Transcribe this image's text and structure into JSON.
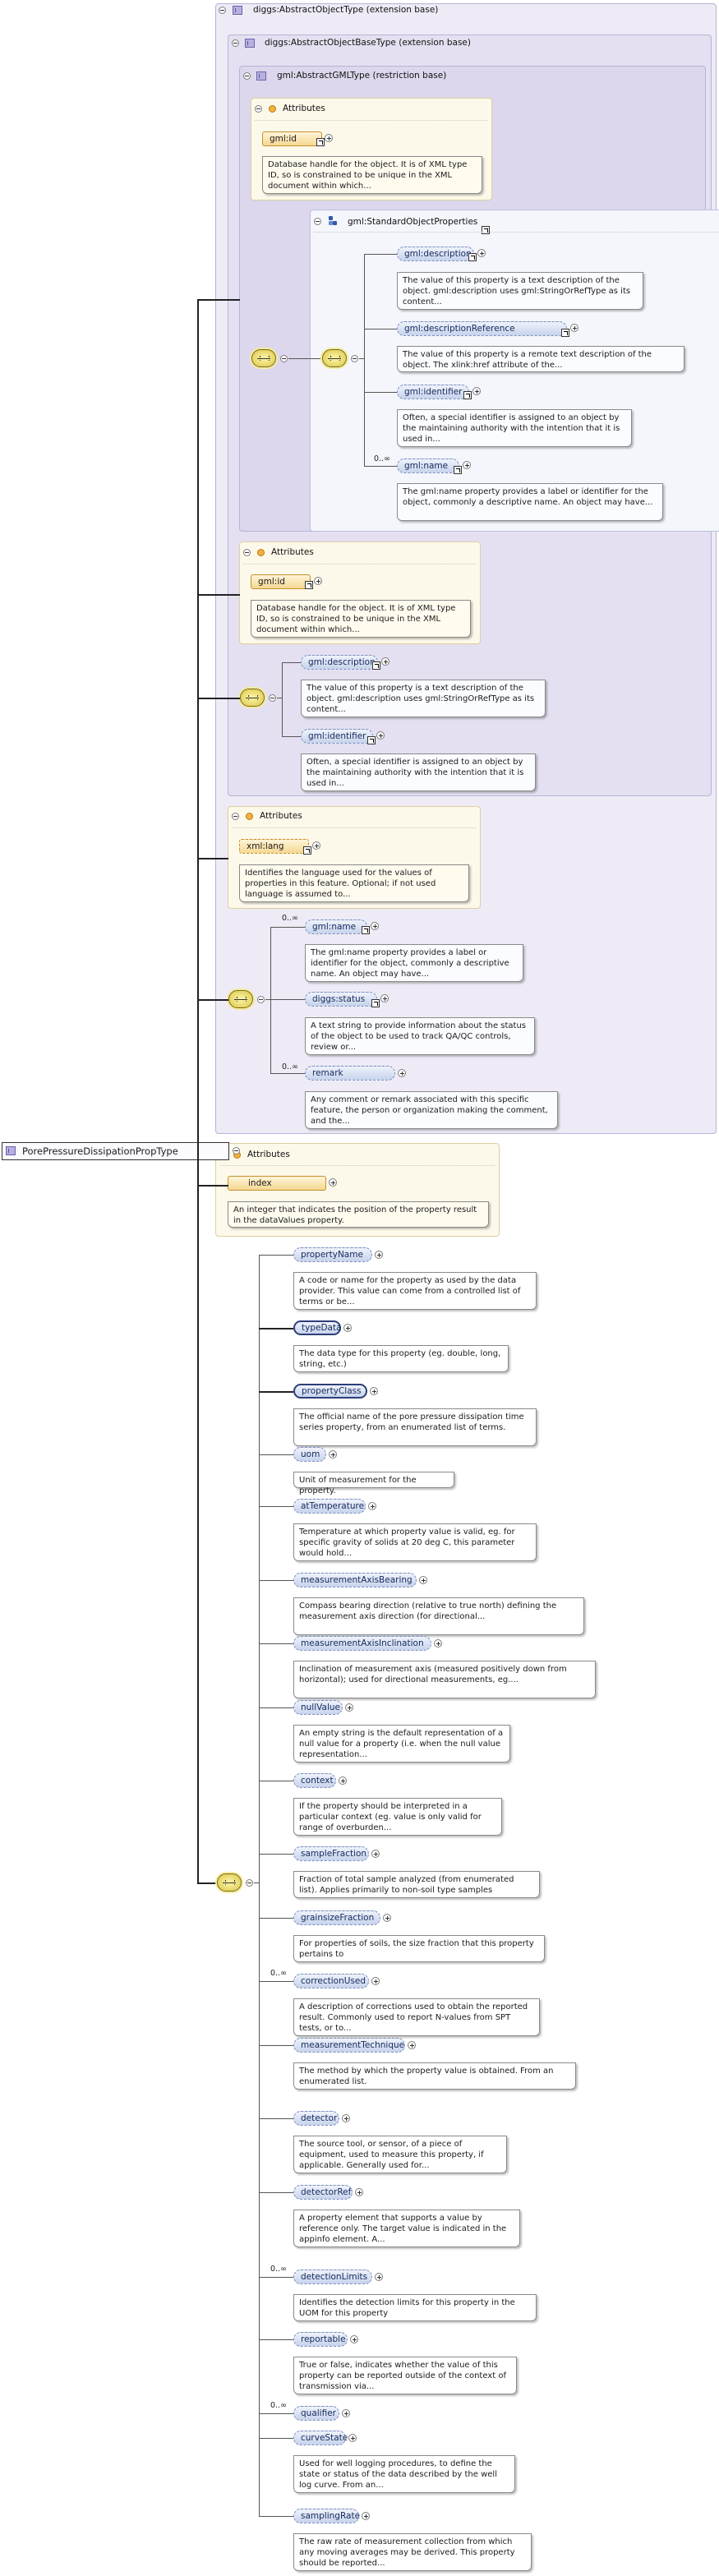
{
  "root": {
    "label": "PorePressureDissipationPropType"
  },
  "ext_diggs_abstract_object": {
    "title": "diggs:AbstractObjectType (extension base)"
  },
  "ext_diggs_abstract_object_base": {
    "title": "diggs:AbstractObjectBaseType (extension base)"
  },
  "restr_gml_abstract": {
    "title": "gml:AbstractGMLType (restriction base)"
  },
  "attributes_title": "Attributes",
  "gml_id": {
    "label": "gml:id",
    "doc": "Database handle for the object. It is of XML type ID, so is constrained to be unique in the XML document within which..."
  },
  "gml_standard_props": {
    "title": "gml:StandardObjectProperties"
  },
  "gml_description": {
    "label": "gml:description",
    "doc": "The value of this property is a text description of the object. gml:description uses gml:StringOrRefType as its content..."
  },
  "gml_description_reference": {
    "label": "gml:descriptionReference",
    "doc": "The value of this property is a remote text description of the object. The xlink:href attribute of the..."
  },
  "gml_identifier": {
    "label": "gml:identifier",
    "doc": "Often, a special identifier is assigned to an object by the maintaining authority with the intention that it is used in..."
  },
  "gml_name": {
    "label": "gml:name",
    "doc": "The gml:name property provides a label or identifier for the object, commonly a descriptive name. An object may have..."
  },
  "occ_0_inf": "0..∞",
  "xml_lang": {
    "label": "xml:lang",
    "doc": "Identifies the language used for the values of properties in this feature. Optional; if not used language is assumed to..."
  },
  "diggs_status": {
    "label": "diggs:status",
    "doc": "A text string to provide information about the status of the object to be used to track QA/QC controls, review or..."
  },
  "remark": {
    "label": "remark",
    "doc": "Any comment or remark associated with this specific feature, the person or organization making the comment, and the..."
  },
  "index_attr": {
    "label": "index",
    "doc": "An integer that indicates the position of the property result in the dataValues property."
  },
  "props": [
    {
      "label": "propertyName",
      "occ": "",
      "doc": "A code or name for the property as used by the data provider. This value can come from a controlled list of terms or be..."
    },
    {
      "label": "typeData",
      "occ": "",
      "doc": "The data type for this property (eg. double, long, string, etc.)"
    },
    {
      "label": "propertyClass",
      "occ": "",
      "doc": "The official name of the pore pressure dissipation time series property, from an enumerated list of terms."
    },
    {
      "label": "uom",
      "occ": "",
      "doc": "Unit of measurement for the property."
    },
    {
      "label": "atTemperature",
      "occ": "",
      "doc": "Temperature at which property value is valid, eg. for specific gravity of solids at 20 deg C, this parameter would hold..."
    },
    {
      "label": "measurementAxisBearing",
      "occ": "",
      "doc": "Compass bearing direction (relative to true north) defining the measurement axis direction (for directional..."
    },
    {
      "label": "measurementAxisInclination",
      "occ": "",
      "doc": "Inclination of measurement axis (measured positively down from horizontal); used for directional measurements, eg...."
    },
    {
      "label": "nullValue",
      "occ": "",
      "doc": "An empty string is the default representation of a null value for a property (i.e. when the null value representation..."
    },
    {
      "label": "context",
      "occ": "",
      "doc": "If the property should be interpreted in a particular context (eg. value is only valid for range of overburden..."
    },
    {
      "label": "sampleFraction",
      "occ": "",
      "doc": "Fraction of total sample analyzed (from enumerated list). Applies primarily to non-soil type samples"
    },
    {
      "label": "grainsizeFraction",
      "occ": "",
      "doc": "For properties of soils, the size fraction that this property pertains to"
    },
    {
      "label": "correctionUsed",
      "occ": "0..∞",
      "doc": "A description of corrections used to obtain the reported result. Commonly used to report N-values from SPT tests, or to..."
    },
    {
      "label": "measurementTechnique",
      "occ": "",
      "doc": "The method by which the property value is obtained. From an enumerated list."
    },
    {
      "label": "detector",
      "occ": "",
      "doc": "The source tool, or sensor, of a piece of equipment, used to measure this property, if applicable. Generally used for..."
    },
    {
      "label": "detectorRef",
      "occ": "",
      "doc": "A property element that supports a value by reference only. The target value is indicated in the appinfo element. A..."
    },
    {
      "label": "detectionLimits",
      "occ": "0..∞",
      "doc": "Identifies the detection limits for this property in the UOM for this property"
    },
    {
      "label": "reportable",
      "occ": "",
      "doc": "True or false, indicates whether the value of this property can be reported outside of the context of transmission via..."
    },
    {
      "label": "qualifier",
      "occ": "0..∞",
      "doc": ""
    },
    {
      "label": "curveState",
      "occ": "",
      "doc": "Used for well logging procedures, to define the state or status of the data described by the well log curve. From an..."
    },
    {
      "label": "samplingRate",
      "occ": "",
      "doc": "The raw rate of measurement collection from which any moving averages may be derived. This property should be reported..."
    }
  ],
  "colors": {
    "extension_bg": "#eeebf6",
    "attribute_bg": "#fdf9ea",
    "element_fill": "#c7d3ec",
    "attribute_fill": "#f5d892"
  }
}
